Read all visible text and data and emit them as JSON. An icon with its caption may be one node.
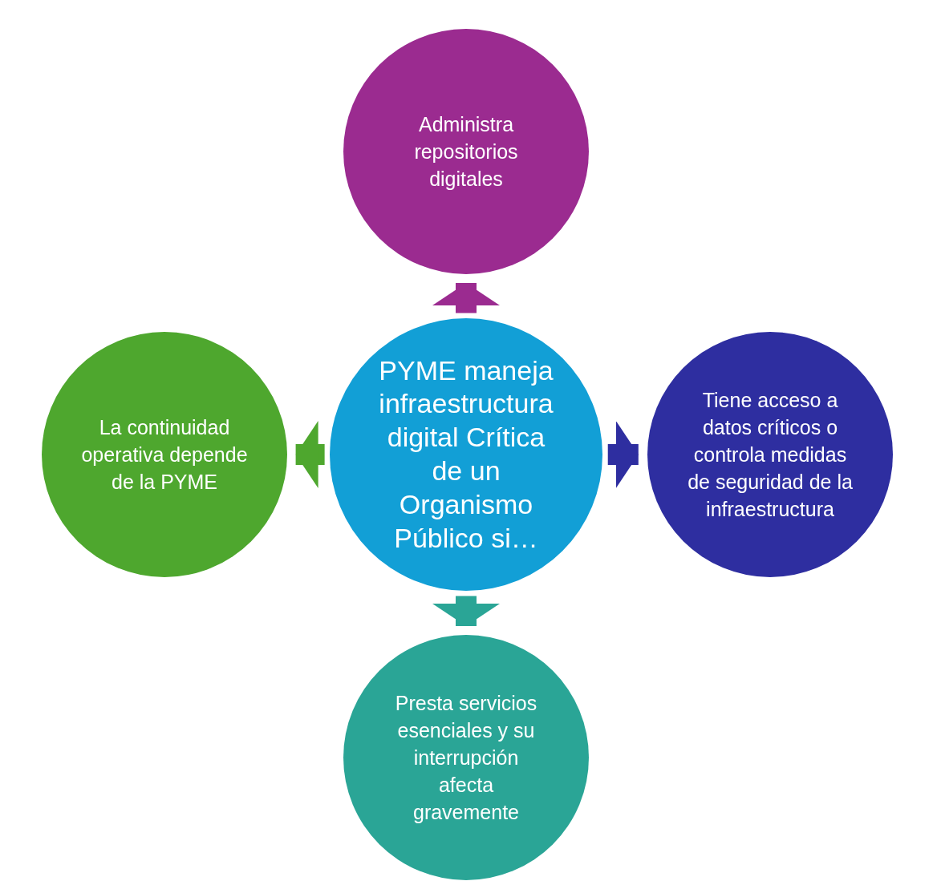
{
  "diagram": {
    "nodes": [
      {
        "text": [
          "PYME maneja infraestructura digital Crítica de un Organismo Público si…"
        ]
      },
      {
        "text": [
          "Administra repositorios digitales"
        ]
      },
      {
        "text": [
          "La continuidad operativa depende de la PYME"
        ]
      },
      {
        "text": [
          "Tiene acceso a datos críticos o controla medidas de seguridad de la infraestructura"
        ]
      },
      {
        "text": [
          "Presta servicios esenciales y su interrupción afecta gravemente"
        ]
      }
    ],
    "edges": [
      {
        "from": 0,
        "to": 1,
        "arrow": "to",
        "color": "#9b2b90"
      },
      {
        "from": 0,
        "to": 2,
        "arrow": "to",
        "color": "#4ea72e"
      },
      {
        "from": 0,
        "to": 3,
        "arrow": "to",
        "color": "#2e2ea0"
      },
      {
        "from": 0,
        "to": 4,
        "arrow": "to",
        "color": "#2aa596"
      }
    ]
  }
}
